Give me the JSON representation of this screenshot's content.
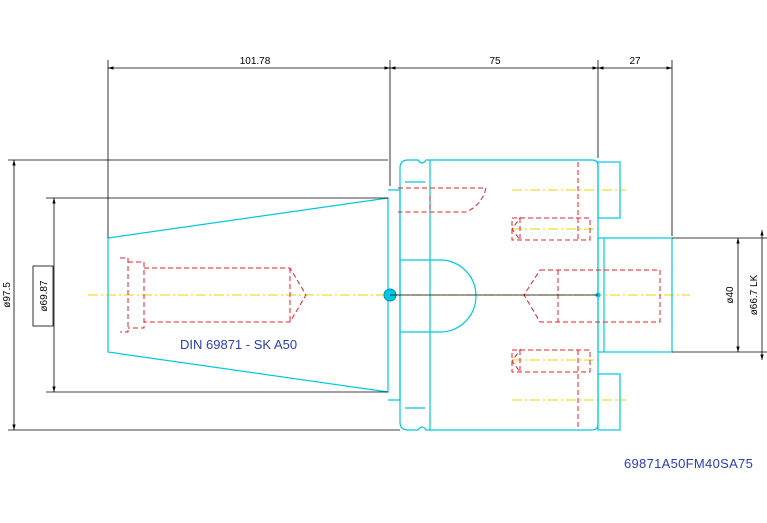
{
  "dimensions": {
    "length_taper": "101.78",
    "length_body": "75",
    "length_spigot": "27",
    "dia_flange": "ø97.5",
    "dia_taper": "ø69.87",
    "dia_bore": "ø40",
    "dia_bolt_circle": "ø66.7 LK"
  },
  "labels": {
    "standard": "DIN 69871 - SK A50",
    "part_number": "69871A50FM40SA75"
  },
  "colors": {
    "outline": "#00c8e0",
    "hidden": "#e8202a",
    "centerline": "#f0d000",
    "dimension": "#000000",
    "text": "#2a3db8"
  }
}
